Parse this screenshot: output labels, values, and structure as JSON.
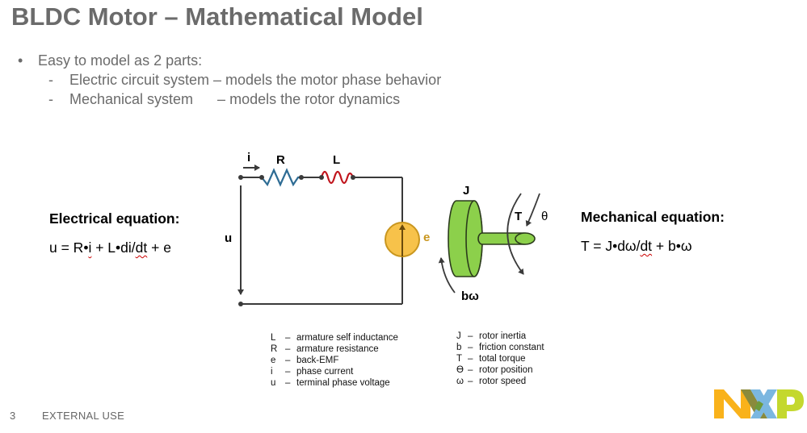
{
  "slide": {
    "title": "BLDC Motor – Mathematical Model",
    "bullet": {
      "marker": "•",
      "text": "Easy to model as 2 parts:",
      "sub_items": [
        {
          "marker": "-",
          "text": "Electric circuit system – models the motor phase behavior"
        },
        {
          "marker": "-",
          "text": "Mechanical system      – models the rotor dynamics"
        }
      ]
    },
    "electrical": {
      "heading": "Electrical equation:",
      "eq_a": "u = R•",
      "eq_i": "i",
      "eq_b": " + L•di/",
      "eq_dt": "dt",
      "eq_c": " + e"
    },
    "mechanical": {
      "heading": "Mechanical equation:",
      "eq_a": "T = J•dω/",
      "eq_dt": "dt",
      "eq_c": " + b•ω"
    },
    "circuit": {
      "label_i": "i",
      "label_R": "R",
      "label_L": "L",
      "label_u": "u",
      "label_e": "e",
      "colors": {
        "resistor": "#2e6c94",
        "inductor": "#c0141c",
        "source_fill": "#f7c24a",
        "source_stroke": "#c9961e",
        "wire": "#3a3a3a"
      }
    },
    "rotor": {
      "label_J": "J",
      "label_T": "T",
      "label_theta": "θ",
      "label_bw": "bω",
      "colors": {
        "fill": "#8cd04b",
        "stroke": "#2b3b1c"
      }
    },
    "legend_left": [
      {
        "sym": "L",
        "desc": "armature self inductance"
      },
      {
        "sym": "R",
        "desc": "armature resistance"
      },
      {
        "sym": "e",
        "desc": "back-EMF"
      },
      {
        "sym": "i",
        "desc": "phase current"
      },
      {
        "sym": "u",
        "desc": "terminal phase voltage"
      }
    ],
    "legend_right": [
      {
        "sym": "J",
        "desc": "rotor inertia"
      },
      {
        "sym": "b",
        "desc": "friction constant"
      },
      {
        "sym": "T",
        "desc": "total torque"
      },
      {
        "sym": "ϴ",
        "desc": "rotor position"
      },
      {
        "sym": "ω",
        "desc": "rotor speed"
      }
    ],
    "legend_dash": "–",
    "footer": {
      "page_number": "3",
      "classification": "EXTERNAL USE"
    },
    "logo": {
      "name": "NXP",
      "colors": {
        "n": "#f9b21b",
        "x_left": "#8a8a3c",
        "x_right": "#7bb7e0",
        "p": "#c4d82e",
        "overlap": "#6e9a3a"
      }
    }
  }
}
